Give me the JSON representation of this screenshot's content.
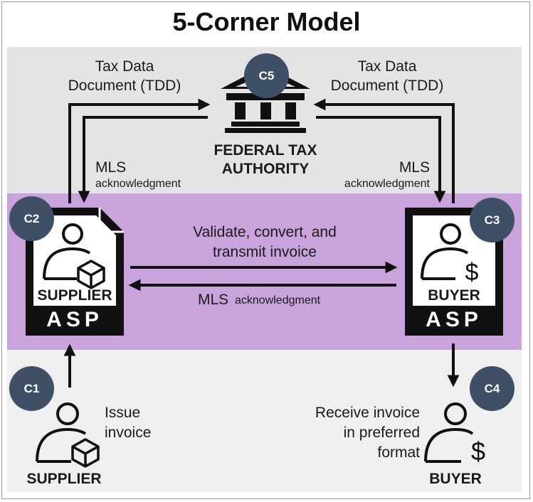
{
  "title": "5-Corner Model",
  "colors": {
    "top_band": "#e4e4e4",
    "middle_band": "#c8a3dc",
    "bottom_band": "#efefef",
    "badge": "#3f5066",
    "ink": "#111111"
  },
  "corners": {
    "c1": {
      "badge": "C1",
      "label": "SUPPLIER",
      "action": [
        "Issue",
        "invoice"
      ],
      "icon": "supplier-person-icon"
    },
    "c2": {
      "badge": "C2",
      "label": "SUPPLIER",
      "asp": "ASP",
      "icon": "supplier-asp-document-icon"
    },
    "c3": {
      "badge": "C3",
      "label": "BUYER",
      "asp": "ASP",
      "icon": "buyer-asp-document-icon"
    },
    "c4": {
      "badge": "C4",
      "label": "BUYER",
      "action": [
        "Receive invoice",
        "in preferred",
        "format"
      ],
      "icon": "buyer-person-icon"
    },
    "c5": {
      "badge": "C5",
      "label": [
        "FEDERAL TAX",
        "AUTHORITY"
      ],
      "icon": "government-building-icon"
    }
  },
  "flows": {
    "tdd_left": [
      "Tax Data",
      "Document (TDD)"
    ],
    "tdd_right": [
      "Tax Data",
      "Document (TDD)"
    ],
    "mls_left": {
      "main": "MLS",
      "sub": "acknowledgment"
    },
    "mls_right": {
      "main": "MLS",
      "sub": "acknowledgment"
    },
    "asp_transmit": [
      "Validate, convert, and",
      "transmit invoice"
    ],
    "asp_ack": {
      "main": "MLS",
      "sub": "acknowledgment"
    }
  }
}
